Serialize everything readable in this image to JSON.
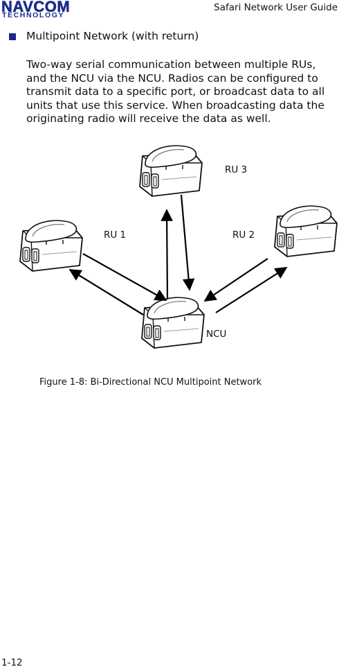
{
  "header": {
    "logo_main": "NAVCOM",
    "logo_sub": "TECHNOLOGY",
    "title": "Safari Network User Guide"
  },
  "section": {
    "bullet": "Multipoint Network (with return)",
    "paragraph": "Two-way serial communication between multiple RUs, and the NCU via the NCU. Radios can be configured to transmit data to a specific port, or broadcast data to all units that use this service. When broadcasting data the originating radio will receive the data as well."
  },
  "figure": {
    "labels": {
      "ru3": "RU 3",
      "ru1": "RU 1",
      "ru2": "RU 2",
      "ncu": "NCU"
    },
    "caption": "Figure 1-8: Bi-Directional NCU Multipoint Network"
  },
  "footer": {
    "page_number": "1-12"
  }
}
